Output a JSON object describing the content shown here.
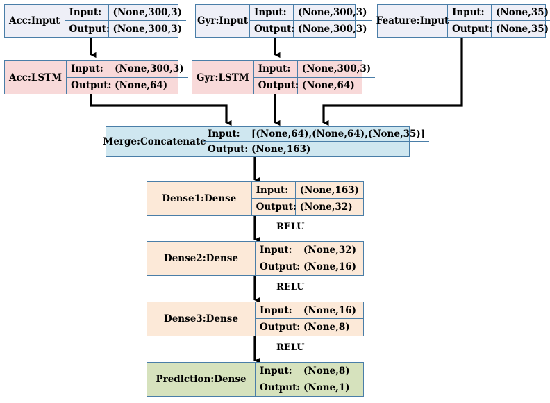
{
  "diagram": {
    "title": "Keras model architecture graph",
    "background": "#ffffff",
    "colors": {
      "border": "#4a7ea8",
      "input_fill": "#eeeff7",
      "lstm_fill": "#f8d9d9",
      "merge_fill": "#cfe7f0",
      "dense_fill": "#fce9d8",
      "prediction_fill": "#d6e2bd",
      "edge": "#000000"
    },
    "io_labels": {
      "input": "Input:",
      "output": "Output:"
    }
  },
  "nodes": {
    "acc_input": {
      "name": "Acc:Input",
      "input": "(None,300,3)",
      "output": "(None,300,3)"
    },
    "gyr_input": {
      "name": "Gyr:Input",
      "input": "(None,300,3)",
      "output": "(None,300,3)"
    },
    "feat_input": {
      "name": "Feature:Input",
      "input": "(None,35)",
      "output": "(None,35)"
    },
    "acc_lstm": {
      "name": "Acc:LSTM",
      "input": "(None,300,3)",
      "output": "(None,64)"
    },
    "gyr_lstm": {
      "name": "Gyr:LSTM",
      "input": "(None,300,3)",
      "output": "(None,64)"
    },
    "merge": {
      "name": "Merge:Concatenate",
      "input": "[(None,64),(None,64),(None,35)]",
      "output": "(None,163)"
    },
    "dense1": {
      "name": "Dense1:Dense",
      "input": "(None,163)",
      "output": "(None,32)"
    },
    "dense2": {
      "name": "Dense2:Dense",
      "input": "(None,32)",
      "output": "(None,16)"
    },
    "dense3": {
      "name": "Dense3:Dense",
      "input": "(None,16)",
      "output": "(None,8)"
    },
    "prediction": {
      "name": "Prediction:Dense",
      "input": "(None,8)",
      "output": "(None,1)"
    }
  },
  "activations": {
    "dense1_to_dense2": "RELU",
    "dense2_to_dense3": "RELU",
    "dense3_to_prediction": "RELU"
  }
}
